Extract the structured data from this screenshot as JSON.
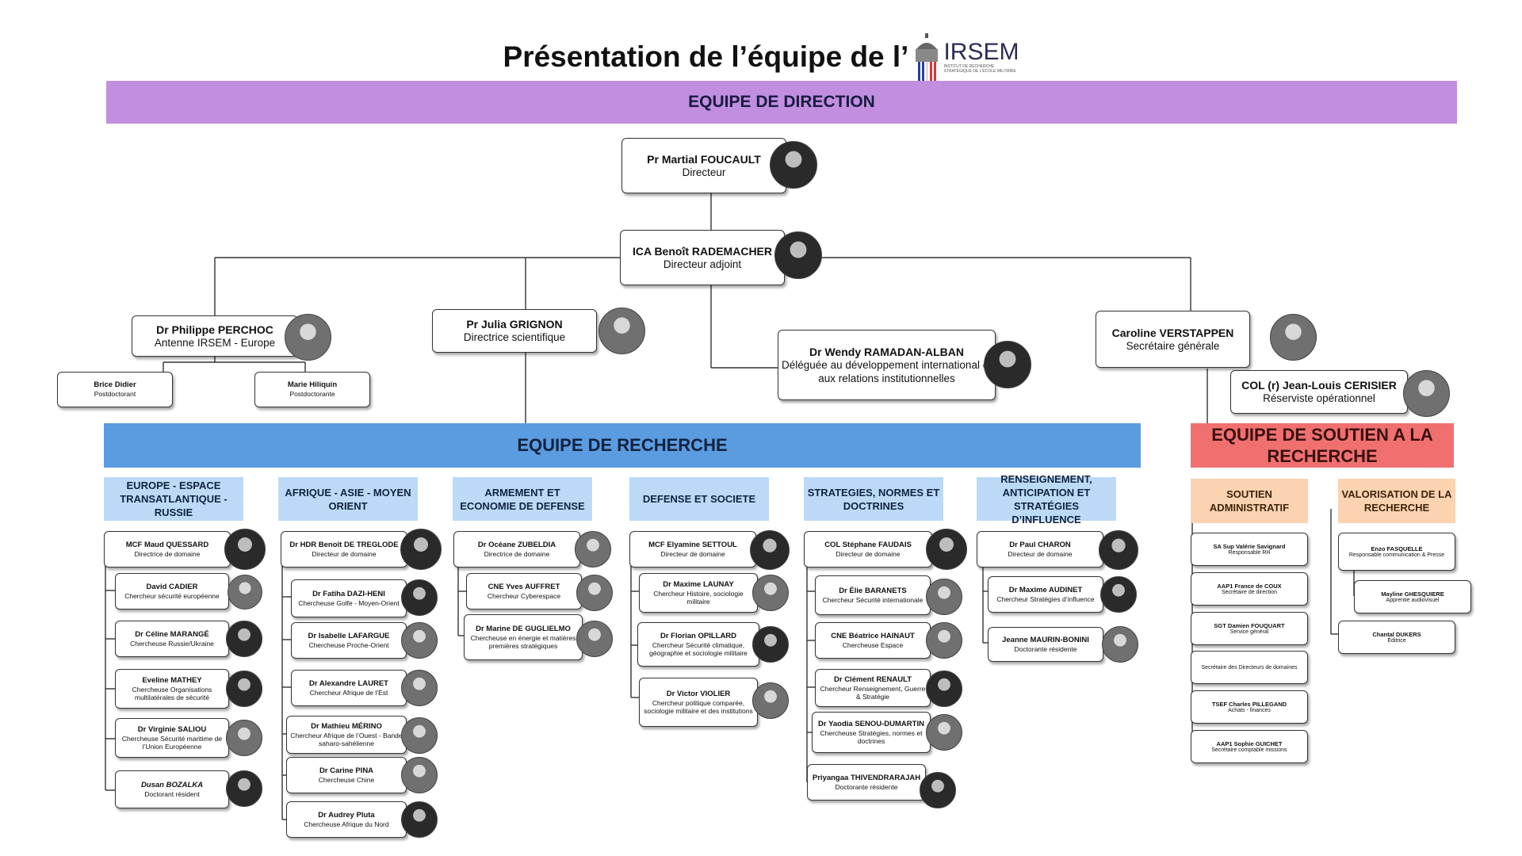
{
  "header": {
    "title": "Présentation de l’équipe de l’",
    "logo_text": "IRSEM",
    "logo_sub": "INSTITUT DE RECHERCHE STRATÉGIQUE DE L'ÉCOLE MILITAIRE"
  },
  "bands": {
    "direction": "EQUIPE DE DIRECTION",
    "recherche": "EQUIPE DE RECHERCHE",
    "soutien": "EQUIPE DE SOUTIEN A LA RECHERCHE"
  },
  "direction": {
    "foucault": {
      "name": "Pr Martial FOUCAULT",
      "role": "Directeur"
    },
    "rademacher": {
      "name": "ICA Benoît RADEMACHER",
      "role": "Directeur adjoint"
    },
    "perchoc": {
      "name": "Dr Philippe PERCHOC",
      "role": "Antenne IRSEM - Europe"
    },
    "grignon": {
      "name": "Pr Julia GRIGNON",
      "role": "Directrice scientifique"
    },
    "ramadan": {
      "name": "Dr Wendy RAMADAN-ALBAN",
      "role": "Déléguée au développement international et aux relations institutionnelles"
    },
    "verstappen": {
      "name": "Caroline VERSTAPPEN",
      "role": "Secrétaire générale"
    },
    "cerisier": {
      "name": "COL (r) Jean-Louis CERISIER",
      "role": "Réserviste opérationnel"
    },
    "didier": {
      "name": "Brice Didier",
      "role": "Postdoctorant"
    },
    "hiliquin": {
      "name": "Marie Hiliquin",
      "role": "Postdoctorante"
    }
  },
  "domains": [
    {
      "title": "EUROPE - ESPACE TRANSATLANTIQUE - RUSSIE",
      "members": [
        {
          "name": "MCF Maud QUESSARD",
          "role": "Directrice de domaine"
        },
        {
          "name": "David CADIER",
          "role": "Chercheur sécurité européenne"
        },
        {
          "name": "Dr Céline MARANGÉ",
          "role": "Chercheuse Russie/Ukraine"
        },
        {
          "name": "Eveline MATHEY",
          "role": "Chercheuse Organisations multilatérales de sécurité"
        },
        {
          "name": "Dr Virginie SALIOU",
          "role": "Chercheuse Sécurité maritime de l’Union Européenne"
        },
        {
          "name": "Dusan BOZALKA",
          "role": "Doctorant résident"
        }
      ]
    },
    {
      "title": "AFRIQUE - ASIE - MOYEN ORIENT",
      "members": [
        {
          "name": "Dr HDR Benoît DE TREGLODE",
          "role": "Directeur de domaine"
        },
        {
          "name": "Dr Fatiha DAZI-HENI",
          "role": "Chercheuse Golfe - Moyen-Orient"
        },
        {
          "name": "Dr Isabelle LAFARGUE",
          "role": "Chercheuse Proche-Orient"
        },
        {
          "name": "Dr Alexandre LAURET",
          "role": "Chercheur Afrique de l’Est"
        },
        {
          "name": "Dr Mathieu MÉRINO",
          "role": "Chercheur Afrique de l’Ouest - Bande saharo-sahélienne"
        },
        {
          "name": "Dr Carine PINA",
          "role": "Chercheuse Chine"
        },
        {
          "name": "Dr Audrey Pluta",
          "role": "Chercheuse Afrique du Nord"
        }
      ]
    },
    {
      "title": "ARMEMENT ET ECONOMIE DE DEFENSE",
      "members": [
        {
          "name": "Dr Océane ZUBELDIA",
          "role": "Directrice de domaine"
        },
        {
          "name": "CNE Yves AUFFRET",
          "role": "Chercheur Cyberespace"
        },
        {
          "name": "Dr Marine DE GUGLIELMO",
          "role": "Chercheuse en énergie et matières premières stratégiques"
        }
      ]
    },
    {
      "title": "DEFENSE ET SOCIETE",
      "members": [
        {
          "name": "MCF Elyamine SETTOUL",
          "role": "Directeur de domaine"
        },
        {
          "name": "Dr Maxime LAUNAY",
          "role": "Chercheur Histoire, sociologie militaire"
        },
        {
          "name": "Dr Florian OPILLARD",
          "role": "Chercheur Sécurité climatique, géographie et sociologie militaire"
        },
        {
          "name": "Dr Victor VIOLIER",
          "role": "Chercheur politique comparée, sociologie militaire et des institutions"
        }
      ]
    },
    {
      "title": "STRATEGIES, NORMES ET DOCTRINES",
      "members": [
        {
          "name": "COL Stéphane FAUDAIS",
          "role": "Directeur de domaine"
        },
        {
          "name": "Dr Élie BARANETS",
          "role": "Chercheur Sécurité internationale"
        },
        {
          "name": "CNE Béatrice HAINAUT",
          "role": "Chercheuse Espace"
        },
        {
          "name": "Dr Clément RENAULT",
          "role": "Chercheur Renseignement, Guerre & Stratégie"
        },
        {
          "name": "Dr Yaodia SENOU-DUMARTIN",
          "role": "Chercheuse Stratégies, normes et doctrines"
        },
        {
          "name": "Priyangaa THIVENDRARAJAH",
          "role": "Doctorante résidente"
        }
      ]
    },
    {
      "title": "RENSEIGNEMENT, ANTICIPATION ET STRATÉGIES D’INFLUENCE",
      "members": [
        {
          "name": "Dr Paul CHARON",
          "role": "Directeur de domaine"
        },
        {
          "name": "Dr Maxime AUDINET",
          "role": "Chercheur Stratégies d’influence"
        },
        {
          "name": "Jeanne MAURIN-BONINI",
          "role": "Doctorante résidente"
        }
      ]
    }
  ],
  "support": [
    {
      "title": "SOUTIEN ADMINISTRATIF",
      "members": [
        {
          "name": "SA Sup Valérie Savignard",
          "role": "Responsable RH"
        },
        {
          "name": "AAP1 France de COUX",
          "role": "Secrétaire de direction"
        },
        {
          "name": "SGT Damien FOUQUART",
          "role": "Service général"
        },
        {
          "name": "",
          "role": "Secrétaire des Directeurs de domaines"
        },
        {
          "name": "TSEF Charles PILLEGAND",
          "role": "Achats - finances"
        },
        {
          "name": "AAP1 Sophie GUICHET",
          "role": "Secrétaire comptable missions"
        }
      ]
    },
    {
      "title": "VALORISATION DE LA RECHERCHE",
      "members": [
        {
          "name": "Enzo FASQUELLE",
          "role": "Responsable  communication & Presse"
        },
        {
          "name": "Mayline GHESQUIERE",
          "role": "Apprentie audiovisuel"
        },
        {
          "name": "Chantal DUKERS",
          "role": "Éditrice"
        }
      ]
    }
  ]
}
